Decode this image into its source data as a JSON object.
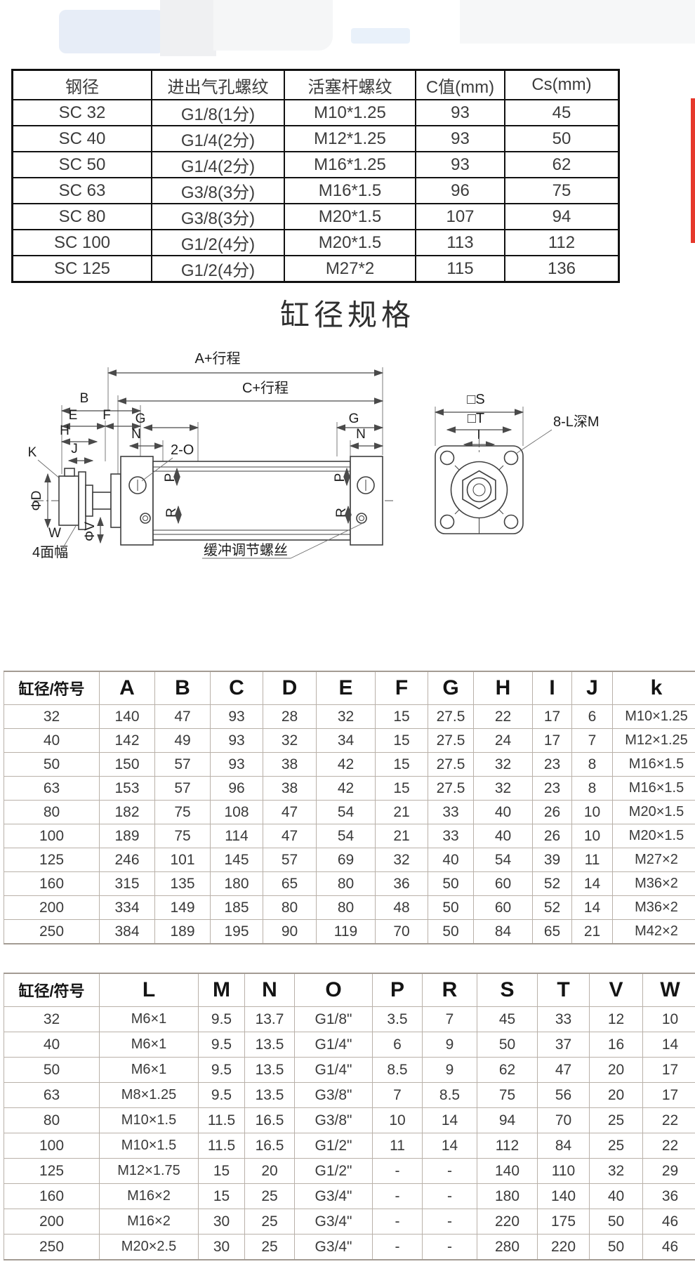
{
  "colors": {
    "accent_red": "#e6392c"
  },
  "section_title": "缸径规格",
  "thread_table": {
    "headers": [
      "钢径",
      "进出气孔螺纹",
      "活塞杆螺纹",
      "C值(mm)",
      "Cs(mm)"
    ],
    "rows": [
      [
        "SC 32",
        "G1/8(1分)",
        "M10*1.25",
        "93",
        "45"
      ],
      [
        "SC 40",
        "G1/4(2分)",
        "M12*1.25",
        "93",
        "50"
      ],
      [
        "SC 50",
        "G1/4(2分)",
        "M16*1.25",
        "93",
        "62"
      ],
      [
        "SC 63",
        "G3/8(3分)",
        "M16*1.5",
        "96",
        "75"
      ],
      [
        "SC 80",
        "G3/8(3分)",
        "M20*1.5",
        "107",
        "94"
      ],
      [
        "SC 100",
        "G1/2(4分)",
        "M20*1.5",
        "113",
        "112"
      ],
      [
        "SC 125",
        "G1/2(4分)",
        "M27*2",
        "115",
        "136"
      ]
    ]
  },
  "diagram": {
    "labels": {
      "a_stroke": "A+行程",
      "c_stroke": "C+行程",
      "b": "B",
      "e": "E",
      "f": "F",
      "g_left": "G",
      "g_right": "G",
      "h": "H",
      "n_left": "N",
      "n_right": "N",
      "j": "J",
      "k": "K",
      "two_o": "2-O",
      "p_left": "P",
      "r_left": "R",
      "p_right": "P",
      "r_right": "R",
      "phi_d": "ΦD",
      "phi_v": "ΦV",
      "w": "W",
      "four_face": "4面幅",
      "buffer_screw": "缓冲调节螺丝",
      "s_sq": "□S",
      "t_sq": "□T",
      "i": "I",
      "depth": "8-L深M"
    }
  },
  "dim_table_a": {
    "headers": [
      "缸径/符号",
      "A",
      "B",
      "C",
      "D",
      "E",
      "F",
      "G",
      "H",
      "I",
      "J",
      "k"
    ],
    "rows": [
      [
        "32",
        "140",
        "47",
        "93",
        "28",
        "32",
        "15",
        "27.5",
        "22",
        "17",
        "6",
        "M10×1.25"
      ],
      [
        "40",
        "142",
        "49",
        "93",
        "32",
        "34",
        "15",
        "27.5",
        "24",
        "17",
        "7",
        "M12×1.25"
      ],
      [
        "50",
        "150",
        "57",
        "93",
        "38",
        "42",
        "15",
        "27.5",
        "32",
        "23",
        "8",
        "M16×1.5"
      ],
      [
        "63",
        "153",
        "57",
        "96",
        "38",
        "42",
        "15",
        "27.5",
        "32",
        "23",
        "8",
        "M16×1.5"
      ],
      [
        "80",
        "182",
        "75",
        "108",
        "47",
        "54",
        "21",
        "33",
        "40",
        "26",
        "10",
        "M20×1.5"
      ],
      [
        "100",
        "189",
        "75",
        "114",
        "47",
        "54",
        "21",
        "33",
        "40",
        "26",
        "10",
        "M20×1.5"
      ],
      [
        "125",
        "246",
        "101",
        "145",
        "57",
        "69",
        "32",
        "40",
        "54",
        "39",
        "11",
        "M27×2"
      ],
      [
        "160",
        "315",
        "135",
        "180",
        "65",
        "80",
        "36",
        "50",
        "60",
        "52",
        "14",
        "M36×2"
      ],
      [
        "200",
        "334",
        "149",
        "185",
        "80",
        "80",
        "48",
        "50",
        "60",
        "52",
        "14",
        "M36×2"
      ],
      [
        "250",
        "384",
        "189",
        "195",
        "90",
        "119",
        "70",
        "50",
        "84",
        "65",
        "21",
        "M42×2"
      ]
    ]
  },
  "dim_table_b": {
    "headers": [
      "缸径/符号",
      "L",
      "M",
      "N",
      "O",
      "P",
      "R",
      "S",
      "T",
      "V",
      "W"
    ],
    "rows": [
      [
        "32",
        "M6×1",
        "9.5",
        "13.7",
        "G1/8\"",
        "3.5",
        "7",
        "45",
        "33",
        "12",
        "10"
      ],
      [
        "40",
        "M6×1",
        "9.5",
        "13.5",
        "G1/4\"",
        "6",
        "9",
        "50",
        "37",
        "16",
        "14"
      ],
      [
        "50",
        "M6×1",
        "9.5",
        "13.5",
        "G1/4\"",
        "8.5",
        "9",
        "62",
        "47",
        "20",
        "17"
      ],
      [
        "63",
        "M8×1.25",
        "9.5",
        "13.5",
        "G3/8\"",
        "7",
        "8.5",
        "75",
        "56",
        "20",
        "17"
      ],
      [
        "80",
        "M10×1.5",
        "11.5",
        "16.5",
        "G3/8\"",
        "10",
        "14",
        "94",
        "70",
        "25",
        "22"
      ],
      [
        "100",
        "M10×1.5",
        "11.5",
        "16.5",
        "G1/2\"",
        "11",
        "14",
        "112",
        "84",
        "25",
        "22"
      ],
      [
        "125",
        "M12×1.75",
        "15",
        "20",
        "G1/2\"",
        "-",
        "-",
        "140",
        "110",
        "32",
        "29"
      ],
      [
        "160",
        "M16×2",
        "15",
        "25",
        "G3/4\"",
        "-",
        "-",
        "180",
        "140",
        "40",
        "36"
      ],
      [
        "200",
        "M16×2",
        "30",
        "25",
        "G3/4\"",
        "-",
        "-",
        "220",
        "175",
        "50",
        "46"
      ],
      [
        "250",
        "M20×2.5",
        "30",
        "25",
        "G3/4\"",
        "-",
        "-",
        "280",
        "220",
        "50",
        "46"
      ]
    ]
  }
}
